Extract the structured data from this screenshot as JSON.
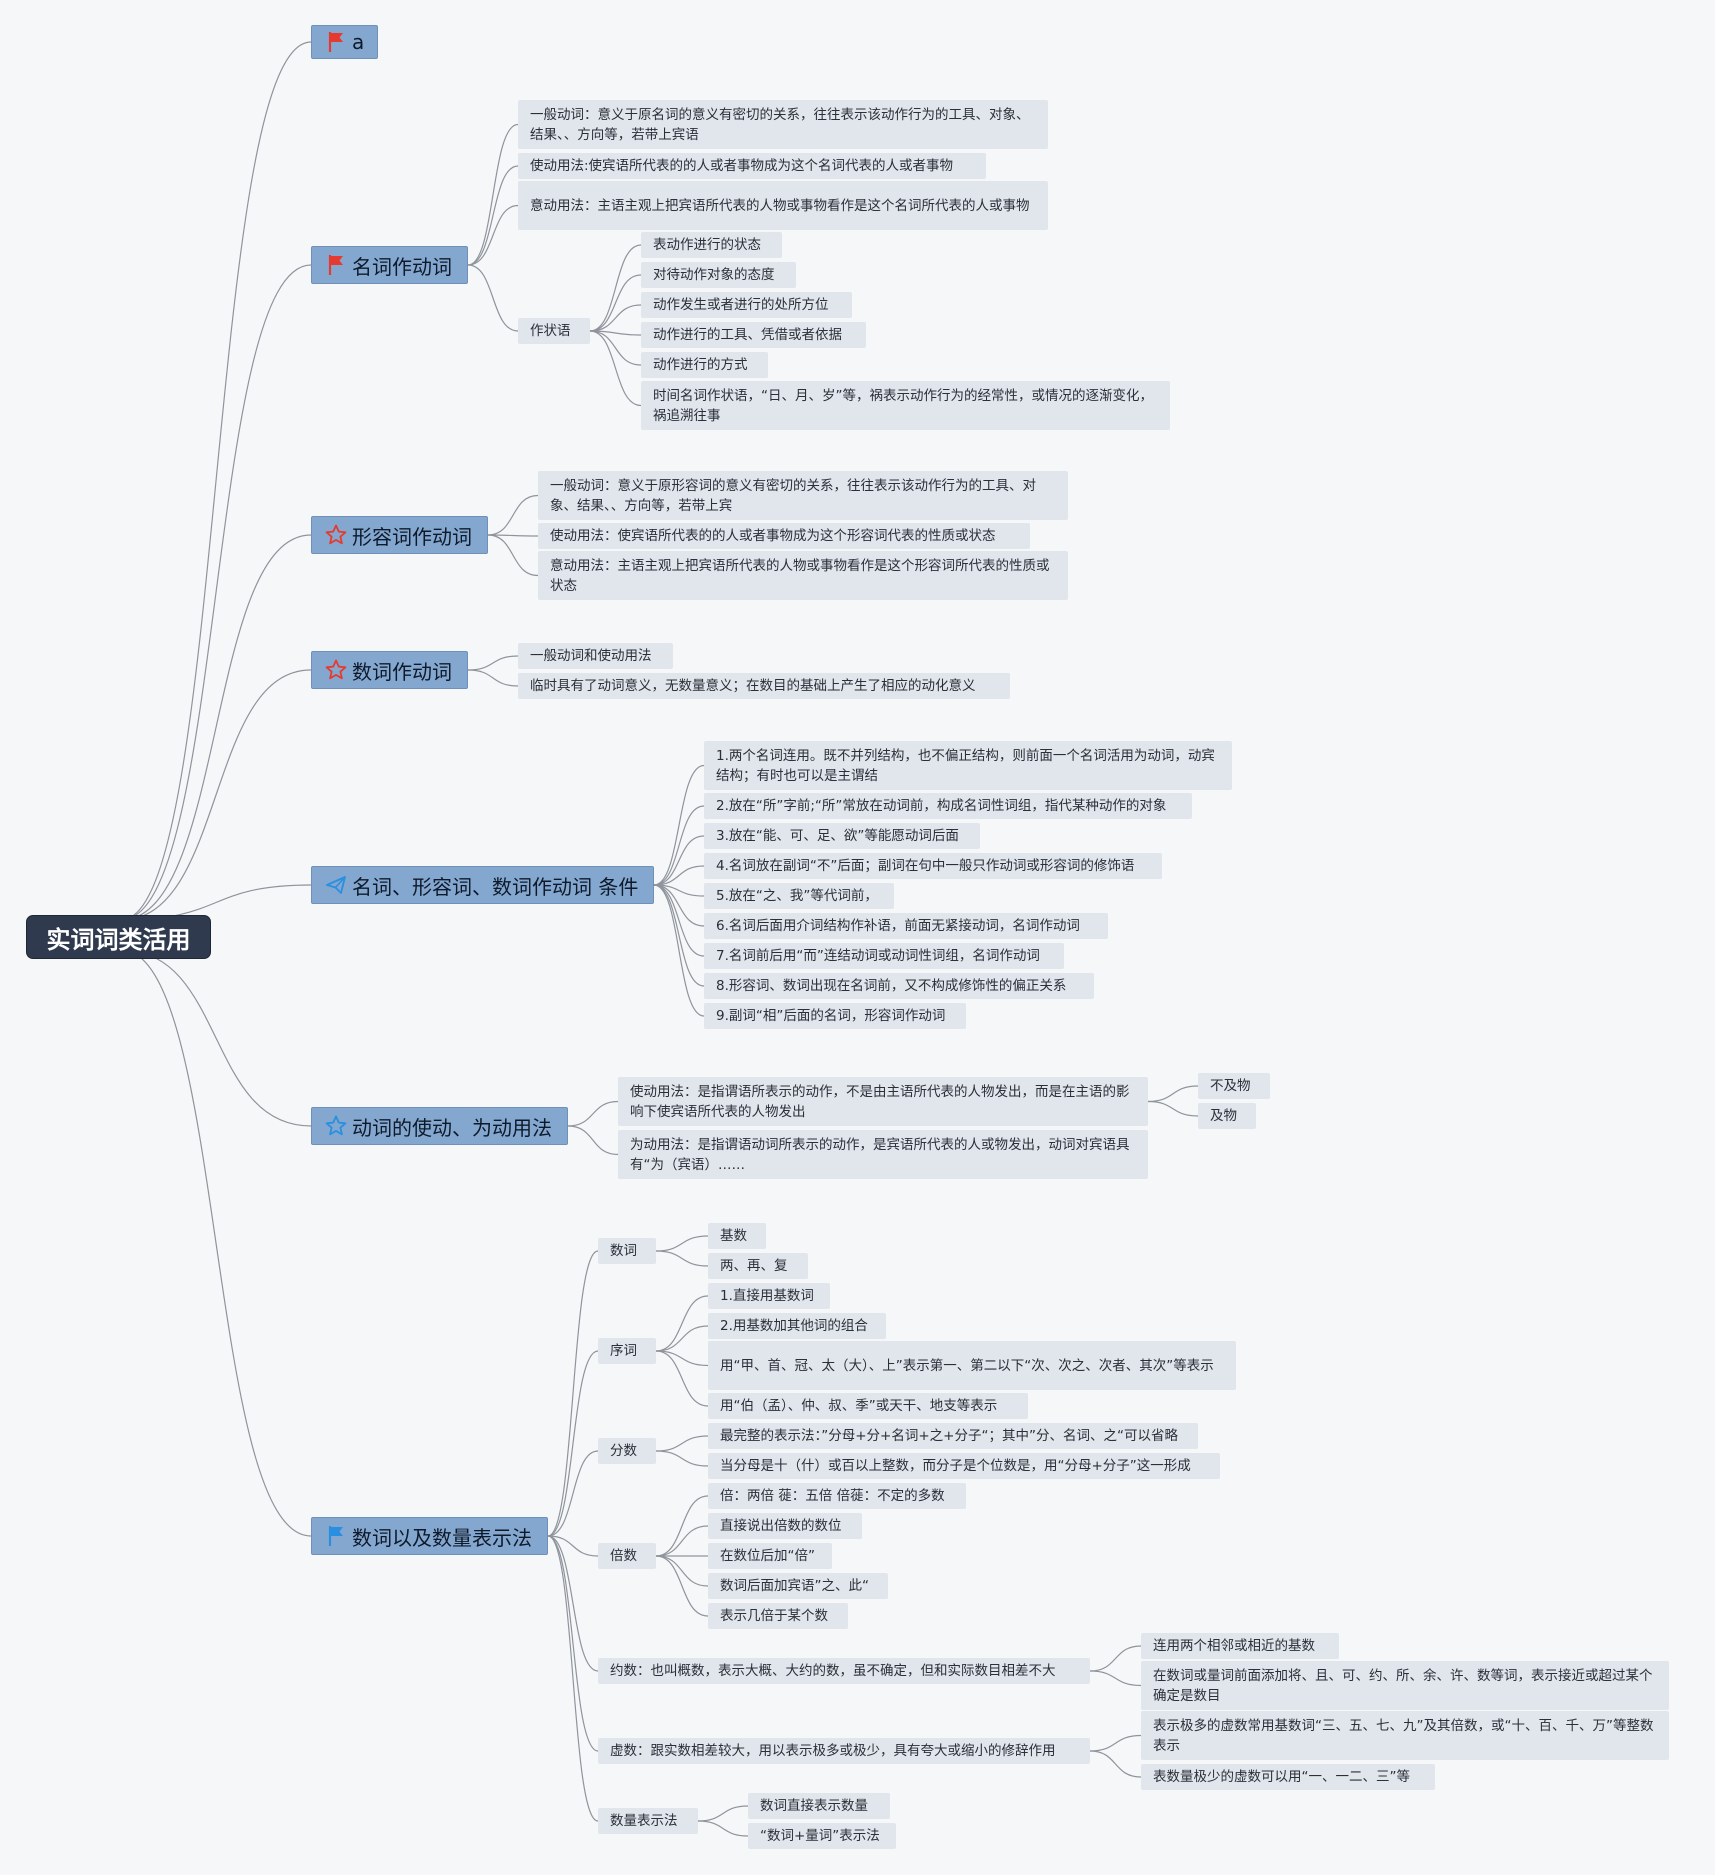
{
  "root": "实词词类活用",
  "colors": {
    "root": "#2f3a4e",
    "branch": "#84a7cf",
    "leaf": "#e1e5ec",
    "line": "#8f949c",
    "flag_red": "#e53a2f",
    "flag_blue": "#2a8fe0"
  },
  "branches": [
    {
      "id": "b0",
      "label": "a",
      "icon": "red-flag-icon",
      "children": []
    },
    {
      "id": "b1",
      "label": "名词作动词",
      "icon": "red-flag-icon",
      "children": [
        "一般动词：意义于原名词的意义有密切的关系，往往表示该动作行为的工具、对象、结果、、方向等，若带上宾语",
        "使动用法:使宾语所代表的的人或者事物成为这个名词代表的人或者事物",
        "意动用法：主语主观上把宾语所代表的人物或事物看作是这个名词所代表的人或事物",
        {
          "label": "作状语",
          "children": [
            "表动作进行的状态",
            "对待动作对象的态度",
            "动作发生或者进行的处所方位",
            "动作进行的工具、凭借或者依据",
            "动作进行的方式",
            "时间名词作状语，“日、月、岁”等，祸表示动作行为的经常性，或情况的逐渐变化，祸追溯往事"
          ]
        }
      ]
    },
    {
      "id": "b2",
      "label": "形容词作动词",
      "icon": "red-star-outline-icon",
      "children": [
        "一般动词：意义于原形容词的意义有密切的关系，往往表示该动作行为的工具、对象、结果、、方向等，若带上宾",
        "使动用法：使宾语所代表的的人或者事物成为这个形容词代表的性质或状态",
        "意动用法：主语主观上把宾语所代表的人物或事物看作是这个形容词所代表的性质或状态"
      ]
    },
    {
      "id": "b3",
      "label": "数词作动词",
      "icon": "red-star-outline-icon",
      "children": [
        "一般动词和使动用法",
        "临时具有了动词意义，无数量意义；在数目的基础上产生了相应的动化意义"
      ]
    },
    {
      "id": "b4",
      "label": "名词、形容词、数词作动词 条件",
      "icon": "blue-send-icon",
      "children": [
        "1.两个名词连用。既不并列结构，也不偏正结构，则前面一个名词活用为动词，动宾结构；有时也可以是主谓结",
        "2.放在“所”字前;“所”常放在动词前，构成名词性词组，指代某种动作的对象",
        "3.放在“能、可、足、欲”等能愿动词后面",
        "4.名词放在副词“不”后面；副词在句中一般只作动词或形容词的修饰语",
        "5.放在“之、我”等代词前，",
        "6.名词后面用介词结构作补语，前面无紧接动词，名词作动词",
        "7.名词前后用“而”连结动词或动词性词组，名词作动词",
        "8.形容词、数词出现在名词前，又不构成修饰性的偏正关系",
        "9.副词“相”后面的名词，形容词作动词"
      ]
    },
    {
      "id": "b5",
      "label": "动词的使动、为动用法",
      "icon": "blue-star-outline-icon",
      "children": [
        {
          "label": "使动用法：是指谓语所表示的动作，不是由主语所代表的人物发出，而是在主语的影响下使宾语所代表的人物发出",
          "children": [
            "不及物",
            "及物"
          ]
        },
        "为动用法：是指谓语动词所表示的动作，是宾语所代表的人或物发出，动词对宾语具有“为（宾语）……"
      ]
    },
    {
      "id": "b6",
      "label": "数词以及数量表示法",
      "icon": "blue-flag-icon",
      "children": [
        {
          "label": "数词",
          "children": [
            "基数",
            "两、再、复"
          ]
        },
        {
          "label": "序词",
          "children": [
            "1.直接用基数词",
            "2.用基数加其他词的组合",
            "用“甲、首、冠、太（大）、上”表示第一、第二以下“次、次之、次者、其次”等表示",
            "用“伯（孟）、仲、叔、季”或天干、地支等表示"
          ]
        },
        {
          "label": "分数",
          "children": [
            "最完整的表示法：”分母+分+名词+之+分子“；其中”分、名词、之“可以省略",
            "当分母是十（什）或百以上整数，而分子是个位数是，用“分母+分子”这一形成"
          ]
        },
        {
          "label": "倍数",
          "children": [
            "倍：两倍 蓰：五倍 倍蓰：不定的多数",
            "直接说出倍数的数位",
            "在数位后加“倍”",
            "数词后面加宾语”之、此“",
            "表示几倍于某个数"
          ]
        },
        {
          "label": "约数：也叫概数，表示大概、大约的数，虽不确定，但和实际数目相差不大",
          "children": [
            "连用两个相邻或相近的基数",
            "在数词或量词前面添加将、且、可、约、所、余、许、数等词，表示接近或超过某个确定是数目"
          ]
        },
        {
          "label": "虚数：跟实数相差较大，用以表示极多或极少，具有夸大或缩小的修辞作用",
          "children": [
            "表示极多的虚数常用基数词“三、五、七、九”及其倍数，或“十、百、千、万”等整数表示",
            "表数量极少的虚数可以用“一、一二、三”等"
          ]
        },
        {
          "label": "数量表示法",
          "children": [
            "数词直接表示数量",
            "“数词+量词”表示法"
          ]
        }
      ]
    }
  ]
}
